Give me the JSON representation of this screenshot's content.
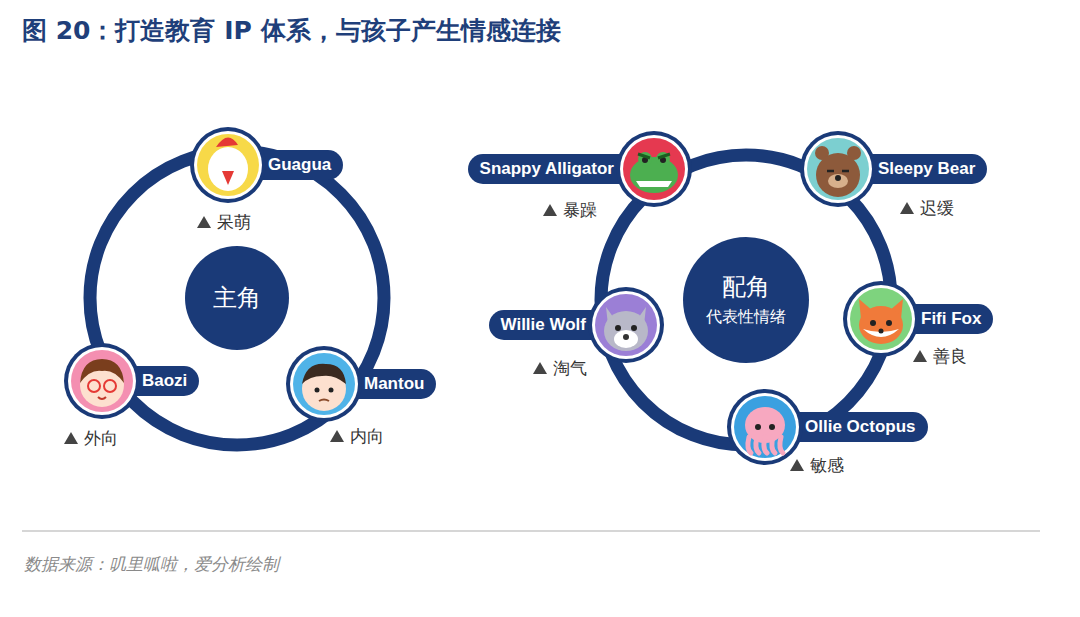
{
  "diagram": {
    "title": "图 20：打造教育 IP 体系，与孩子产生情感连接",
    "caption": "数据来源：叽里呱啦，爱分析绘制",
    "nodes": [
      {
        "text": [
          "Guagua",
          "呆萌"
        ]
      },
      {
        "text": [
          "主角"
        ]
      },
      {
        "text": [
          "Baozi",
          "外向"
        ]
      },
      {
        "text": [
          "Mantou",
          "内向"
        ]
      },
      {
        "text": [
          "Snappy Alligator",
          "暴躁"
        ]
      },
      {
        "text": [
          "Sleepy Bear",
          "迟缓"
        ]
      },
      {
        "text": [
          "配角",
          "代表性情绪"
        ]
      },
      {
        "text": [
          "Willie Wolf",
          "淘气"
        ]
      },
      {
        "text": [
          "Fifi Fox",
          "善良"
        ]
      },
      {
        "text": [
          "Ollie Octopus",
          "敏感"
        ]
      }
    ]
  }
}
